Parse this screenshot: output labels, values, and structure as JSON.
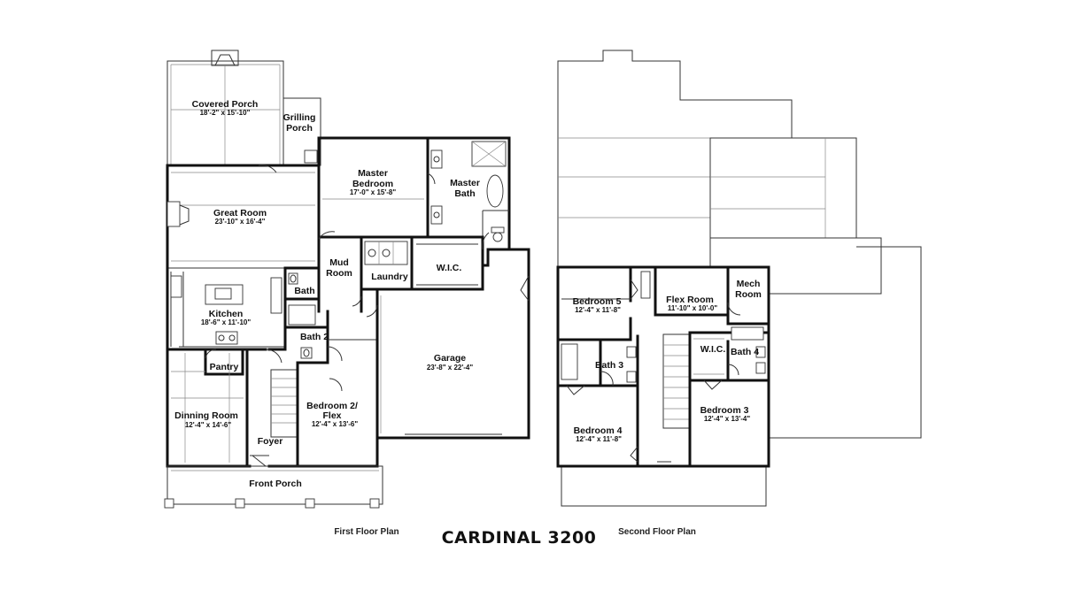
{
  "title": "CARDINAL 3200",
  "first_floor": {
    "caption": "First Floor Plan",
    "rooms": [
      {
        "name": "Covered Porch",
        "dims": "18'-2\" x 15'-10\""
      },
      {
        "name": "Grilling",
        "name2": "Porch"
      },
      {
        "name": "Master",
        "name2": "Bedroom",
        "dims": "17'-0\" x 15'-8\""
      },
      {
        "name": "Master",
        "name2": "Bath"
      },
      {
        "name": "Great Room",
        "dims": "23'-10\" x 16'-4\""
      },
      {
        "name": "Mud",
        "name2": "Room"
      },
      {
        "name": "Laundry"
      },
      {
        "name": "W.I.C."
      },
      {
        "name": "Bath"
      },
      {
        "name": "Kitchen",
        "dims": "18'-6\" x 11'-10\""
      },
      {
        "name": "Bath 2"
      },
      {
        "name": "Pantry"
      },
      {
        "name": "Garage",
        "dims": "23'-8\" x 22'-4\""
      },
      {
        "name": "Bedroom 2/",
        "name2": "Flex",
        "dims": "12'-4\" x 13'-6\""
      },
      {
        "name": "Dinning Room",
        "dims": "12'-4\" x 14'-6\""
      },
      {
        "name": "Foyer"
      },
      {
        "name": "Front Porch"
      }
    ]
  },
  "second_floor": {
    "caption": "Second Floor Plan",
    "rooms": [
      {
        "name": "Bedroom 5",
        "dims": "12'-4\" x 11'-8\""
      },
      {
        "name": "Flex Room",
        "dims": "11'-10\" x 10'-0\""
      },
      {
        "name": "Mech",
        "name2": "Room"
      },
      {
        "name": "W.I.C."
      },
      {
        "name": "Bath 4"
      },
      {
        "name": "Bath 3"
      },
      {
        "name": "Bedroom 4",
        "dims": "12'-4\" x 11'-8\""
      },
      {
        "name": "Bedroom 3",
        "dims": "12'-4\" x 13'-4\""
      }
    ]
  }
}
